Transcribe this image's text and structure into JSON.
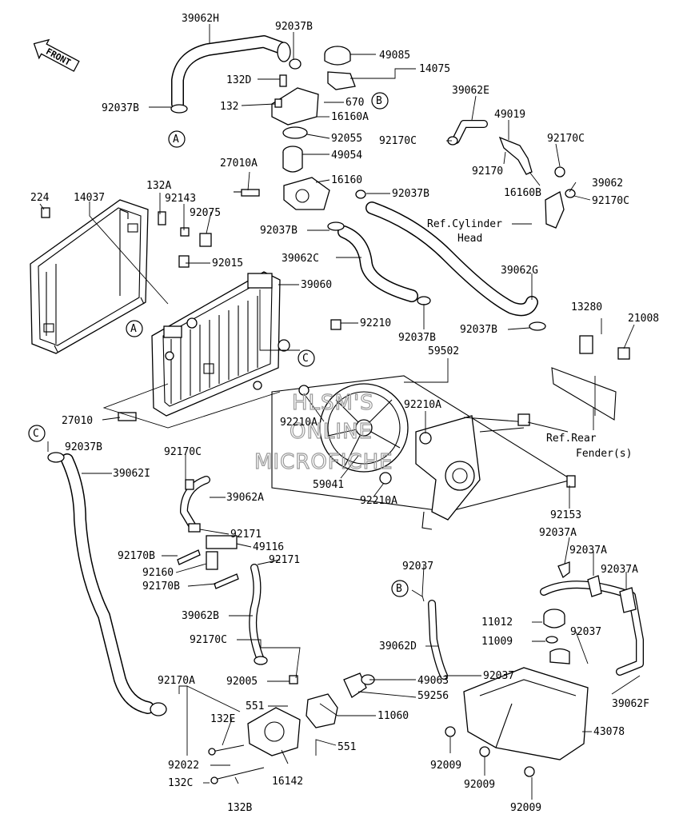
{
  "front_arrow": {
    "text": "FRONT"
  },
  "watermark": {
    "lines": [
      "HLSM'S",
      "ONLINE",
      "MICROFICHE"
    ]
  },
  "circle_refs": [
    "A",
    "B",
    "A",
    "C",
    "C",
    "B"
  ],
  "part_labels": [
    "39062H",
    "92037B",
    "49085",
    "14075",
    "132D",
    "670",
    "132",
    "16160A",
    "92037B",
    "92055",
    "49054",
    "39062E",
    "49019",
    "92170C",
    "92170C",
    "92170",
    "16160B",
    "39062",
    "92170C",
    "27010A",
    "16160",
    "92037B",
    "132A",
    "92143",
    "92075",
    "224",
    "14037",
    "92037B",
    "39062C",
    "92015",
    "39060",
    "39062G",
    "92210",
    "92037B",
    "92037B",
    "13280",
    "21008",
    "59502",
    "27010",
    "92210A",
    "92210A",
    "59041",
    "92210A",
    "92037B",
    "39062I",
    "92170C",
    "39062A",
    "92153",
    "92171",
    "49116",
    "92171",
    "92170B",
    "92160",
    "92170B",
    "92037A",
    "92037A",
    "92037A",
    "92037",
    "39062B",
    "92170C",
    "11012",
    "11009",
    "92037",
    "39062D",
    "92037",
    "92005",
    "49063",
    "59256",
    "92170A",
    "551",
    "11060",
    "39062F",
    "132E",
    "551",
    "43078",
    "92022",
    "16142",
    "132C",
    "132B",
    "92009",
    "92009",
    "92009"
  ],
  "ref_notes": {
    "cyl_line1": "Ref.Cylinder",
    "cyl_line2": "Head",
    "fender_line1": "Ref.Rear",
    "fender_line2": "Fender(s)"
  }
}
